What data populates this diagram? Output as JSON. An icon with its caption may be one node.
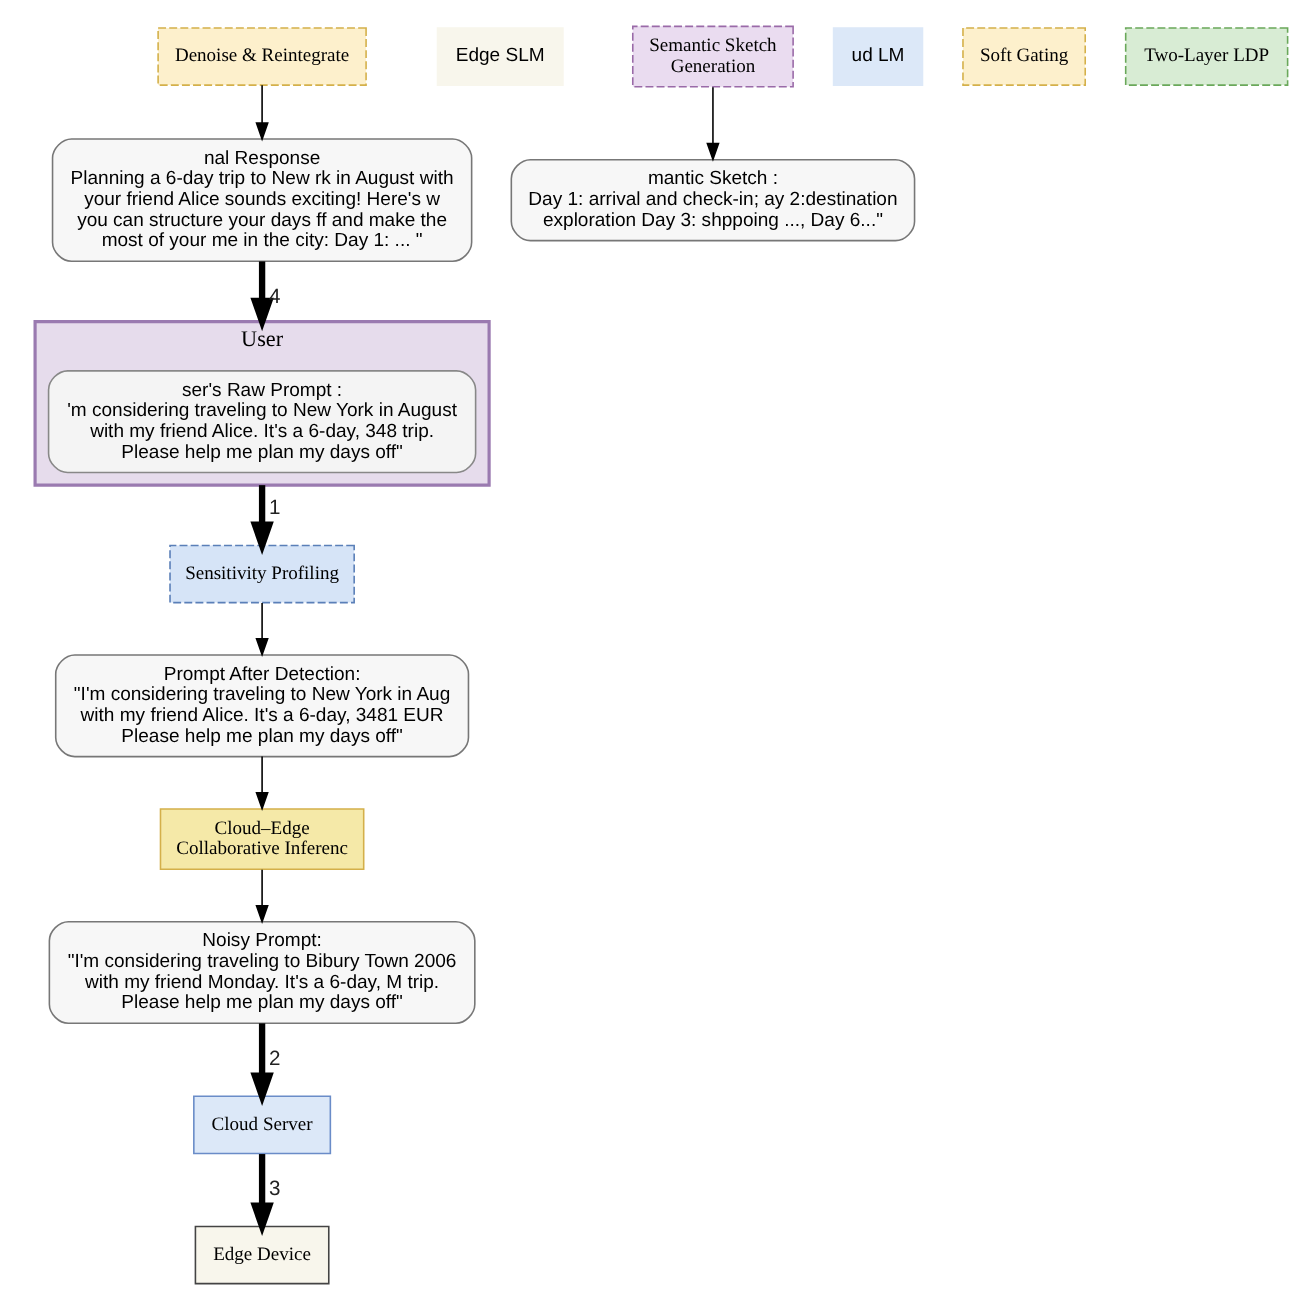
{
  "diagram": {
    "nodes": [
      {
        "text": [
          "User"
        ]
      },
      {
        "text": [
          "ser's Raw Prompt :",
          "'m considering traveling to New York in August with my friend Alice. It's a 6-day, 348 trip. Please help me plan my days off\""
        ],
        "in": 0
      },
      {
        "text": [
          "Edge Device"
        ]
      },
      {
        "text": [
          "nal Response",
          "Planning a 6-day trip to New rk in August with your friend Alice sounds exciting! Here's w you can structure your days ff and make the most of your me in the city: Day 1: ... \""
        ]
      },
      {
        "text": [
          "Edge SLM"
        ]
      },
      {
        "text": [
          "Denoise & Reintegrate"
        ]
      },
      {
        "text": [
          "mantic Sketch :",
          "Day 1: arrival and check-in; ay 2:destination exploration Day 3: shppoing ..., Day 6...\""
        ]
      },
      {
        "text": [
          "ud LM"
        ]
      },
      {
        "text": [
          "Semantic Sketch Generation"
        ]
      },
      {
        "text": [
          "Cloud Server"
        ]
      },
      {
        "text": [
          "Sensitivity Profiling"
        ]
      },
      {
        "text": [
          "Prompt After Detection:",
          "\"I'm considering traveling to New York in Aug with my friend Alice. It's a 6-day, 3481 EUR Please help me plan my days off\""
        ]
      },
      {
        "text": [
          "Soft Gating"
        ]
      },
      {
        "text": [
          "Cloud–Edge Collaborative Inferenc"
        ]
      },
      {
        "text": [
          "Two-Layer LDP"
        ]
      },
      {
        "text": [
          "Noisy Prompt:",
          "\"I'm considering traveling to Bibury Town 2006 with my friend Monday. It's a 6-day, M trip. Please help me plan my days off\""
        ]
      }
    ],
    "edges": [
      {
        "from": 0,
        "to": 10,
        "arrow": "to",
        "label": "1",
        "style": "thick"
      },
      {
        "from": 10,
        "to": 11,
        "arrow": "to"
      },
      {
        "from": 11,
        "to": 13,
        "arrow": "to"
      },
      {
        "from": 13,
        "to": 15,
        "arrow": "to"
      },
      {
        "from": 15,
        "to": 9,
        "arrow": "to",
        "label": "2",
        "style": "thick"
      },
      {
        "from": 8,
        "to": 6,
        "arrow": "to"
      },
      {
        "from": 9,
        "to": 2,
        "arrow": "to",
        "label": "3",
        "style": "thick"
      },
      {
        "from": 5,
        "to": 3,
        "arrow": "to"
      },
      {
        "from": 3,
        "to": 0,
        "arrow": "to",
        "label": "4",
        "style": "thick"
      }
    ]
  }
}
